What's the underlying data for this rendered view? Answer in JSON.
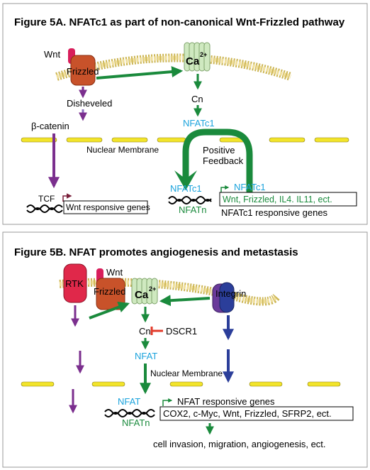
{
  "panel_a": {
    "title": "Figure 5A. NFATc1 as part of non-canonical Wnt-Frizzled pathway",
    "wnt": "Wnt",
    "frizzled": "Frizzled",
    "ca": "Ca",
    "ca_sup": "2+",
    "cn": "Cn",
    "nfatc1_top": "NFATc1",
    "disheveled": "Disheveled",
    "beta_catenin": "β-catenin",
    "nuclear_membrane": "Nuclear Membrane",
    "positive_feedback_1": "Positive",
    "positive_feedback_2": "Feedback",
    "tcf": "TCF",
    "wnt_responsive_genes": "Wnt responsive genes",
    "nfatc1_left": "NFATc1",
    "nfatn": "NFATn",
    "nfatc1_gene": "NFATc1",
    "gene_box_parts": [
      "Wnt, Frizzled, ",
      "IL4. IL11",
      ", ect."
    ],
    "nfatc1_responsive_genes": "NFATc1 responsive genes"
  },
  "panel_b": {
    "title": "Figure 5B. NFAT promotes angiogenesis and metastasis",
    "wnt": "Wnt",
    "rtk": "RTK",
    "frizzled": "Frizzled",
    "ca": "Ca",
    "ca_sup": "2+",
    "integrin": "Integrin",
    "cn": "Cn",
    "dscr1": "DSCR1",
    "nfat_top": "NFAT",
    "nuclear_membrane": "Nuclear Membrane",
    "nfat_left": "NFAT",
    "nfatn": "NFATn",
    "nfat_responsive_genes": "NFAT responsive genes",
    "gene_box": "COX2, c-Myc, Wnt, Frizzled, SFRP2, ect.",
    "outcome": "cell invasion, migration, angiogenesis, ect."
  },
  "colors": {
    "green_arrow": "#1a8a3c",
    "purple_arrow": "#7b2f8e",
    "blue_arrow": "#2b3e9a",
    "cyan_text": "#1ba3dc",
    "green_text": "#1a8a3c",
    "membrane_dash": "#f2e42a",
    "lipid_bilayer": "#f0df9c",
    "frizzled": "#c8522a",
    "wnt": "#d81e5b",
    "calcium_channel": "#cfe9c0",
    "rtk": "#e0284a",
    "integrin": "#6a3a9a",
    "dscr1_inhibit": "#e23a2a"
  },
  "icons": [
    "frizzled-receptor-icon",
    "wnt-ligand-icon",
    "calcium-channel-icon",
    "rtk-receptor-icon",
    "integrin-receptor-icon",
    "dna-helix-icon",
    "nuclear-membrane-icon",
    "lipid-bilayer-icon"
  ]
}
